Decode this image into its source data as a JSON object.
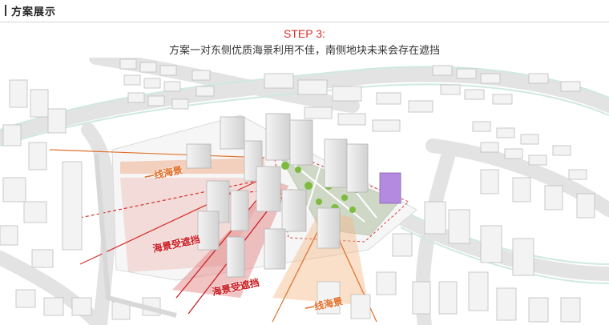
{
  "header": {
    "title": "方案展示"
  },
  "step": {
    "title": "STEP 3:",
    "subtitle": "方案一对东侧优质海景利用不佳，南侧地块未来会存在遮挡"
  },
  "labels": {
    "sea_view_1": "一线海景",
    "sea_view_blocked_1": "海景受遮挡",
    "sea_view_blocked_2": "海景受遮挡",
    "sea_view_2": "一线海景"
  },
  "colors": {
    "accent_red": "#d7302b",
    "view_orange": "#e0702a",
    "view_red": "#c8171c",
    "highlight_purple": "#b48ae0"
  }
}
